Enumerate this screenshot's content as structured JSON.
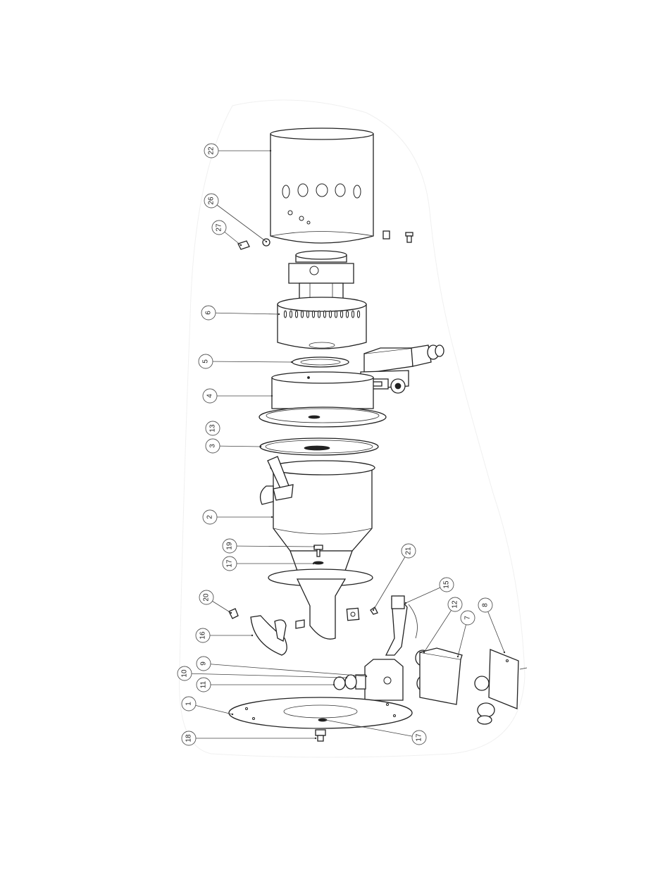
{
  "drawing": {
    "callouts": [
      {
        "id": "22",
        "label": "22"
      },
      {
        "id": "26",
        "label": "26"
      },
      {
        "id": "27",
        "label": "27"
      },
      {
        "id": "6",
        "label": "6"
      },
      {
        "id": "5",
        "label": "5"
      },
      {
        "id": "4",
        "label": "4"
      },
      {
        "id": "13",
        "label": "13"
      },
      {
        "id": "3",
        "label": "3"
      },
      {
        "id": "2",
        "label": "2"
      },
      {
        "id": "19",
        "label": "19"
      },
      {
        "id": "17a",
        "label": "17"
      },
      {
        "id": "21",
        "label": "21"
      },
      {
        "id": "15",
        "label": "15"
      },
      {
        "id": "20",
        "label": "20"
      },
      {
        "id": "12",
        "label": "12"
      },
      {
        "id": "8",
        "label": "8"
      },
      {
        "id": "7",
        "label": "7"
      },
      {
        "id": "16",
        "label": "16"
      },
      {
        "id": "9",
        "label": "9"
      },
      {
        "id": "10",
        "label": "10"
      },
      {
        "id": "11",
        "label": "11"
      },
      {
        "id": "1",
        "label": "1"
      },
      {
        "id": "17b",
        "label": "17"
      },
      {
        "id": "18",
        "label": "18"
      }
    ]
  }
}
